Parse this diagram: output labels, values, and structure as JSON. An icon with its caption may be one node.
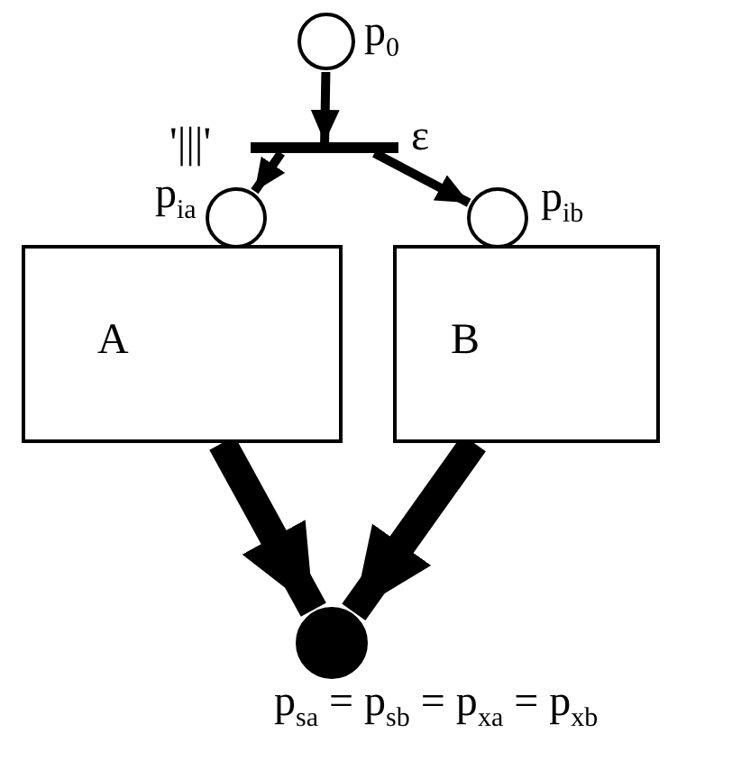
{
  "diagram": {
    "nodes": [
      {
        "text": [],
        "shape": "circle",
        "beside": [
          "p$_{0}$"
        ]
      },
      {
        "text": [],
        "shape": "bar",
        "beside": [
          "ε",
          "'|||'"
        ]
      },
      {
        "text": [],
        "shape": "circle",
        "beside": [
          "p$_{ia}$"
        ]
      },
      {
        "text": [
          "A"
        ]
      },
      {
        "text": [],
        "shape": "circle",
        "beside": [
          "p$_{ib}$"
        ]
      },
      {
        "text": [
          "B"
        ]
      },
      {
        "text": [],
        "shape": "circle",
        "beside": [
          "p$_{sa}$ = p$_{sb}$ = p$_{xa}$ = p$_{xb}$"
        ]
      }
    ],
    "edges": [
      {
        "from": 0,
        "to": 1,
        "arrow": "to"
      },
      {
        "from": 1,
        "to": 2,
        "arrow": "to"
      },
      {
        "from": 1,
        "to": 4,
        "arrow": "to"
      },
      {
        "from": 3,
        "to": 6,
        "arrow": "to",
        "style": "thick"
      },
      {
        "from": 5,
        "to": 6,
        "arrow": "to",
        "style": "thick"
      }
    ]
  }
}
